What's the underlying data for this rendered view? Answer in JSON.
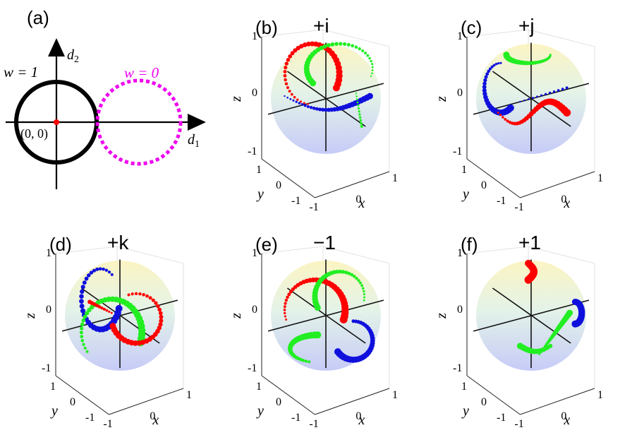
{
  "panel_a": {
    "label": "(a)",
    "axis_x": "d",
    "axis_x_sub": "1",
    "axis_y": "d",
    "axis_y_sub": "2",
    "origin_label": "(0, 0)",
    "circle_1_label": "w = 1",
    "circle_0_label": "w = 0",
    "circle_1_color": "#000000",
    "circle_0_color": "#ee00ee",
    "origin_color": "#ff0000"
  },
  "panels": [
    {
      "label": "(b)",
      "title": "+i"
    },
    {
      "label": "(c)",
      "title": "+j"
    },
    {
      "label": "(d)",
      "title": "+k"
    },
    {
      "label": "(e)",
      "title": "−1"
    },
    {
      "label": "(f)",
      "title": "+1"
    }
  ],
  "sphere_axes": {
    "z_label": "z",
    "y_label": "y",
    "x_label": "x",
    "z_ticks": [
      "1",
      "0",
      "-1"
    ],
    "y_ticks": [
      "1",
      "0",
      "-1"
    ],
    "x_ticks": [
      "-1",
      "0",
      "1"
    ]
  },
  "colors": {
    "red": "#ff0000",
    "green": "#22ee22",
    "blue": "#1010dd"
  }
}
